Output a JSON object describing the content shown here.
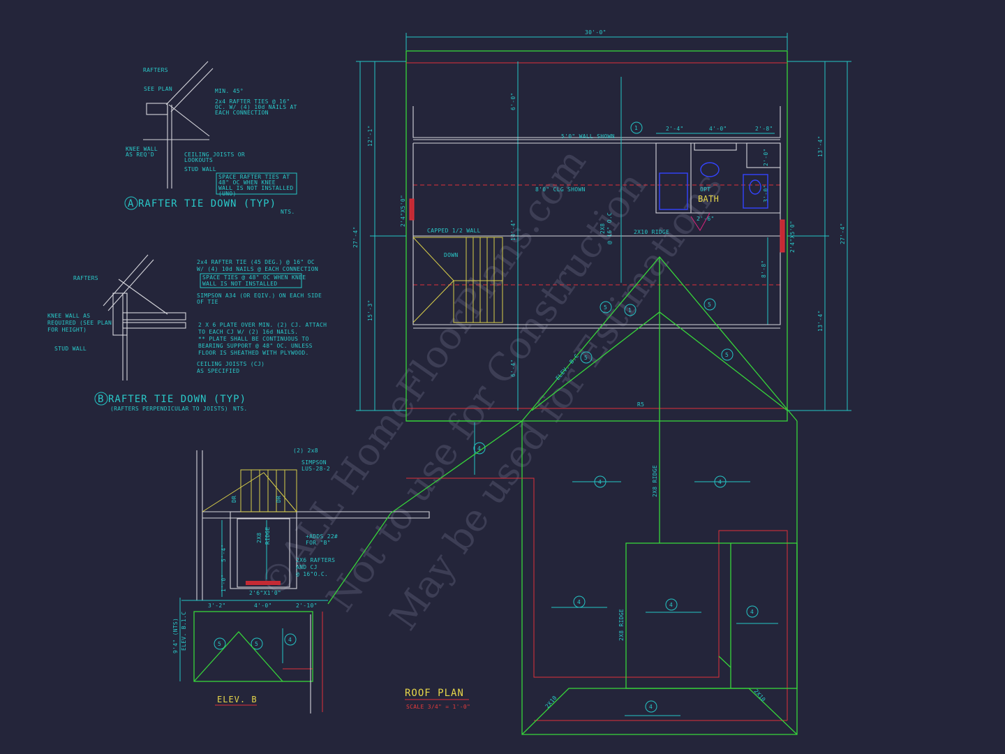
{
  "watermark": {
    "line1": "©ALL HomeFloorPlans.com",
    "line2": "Not to use for Construction",
    "line3": "May be used for Estimations"
  },
  "roof_plan": {
    "title": "ROOF PLAN",
    "scale": "SCALE 3/4\" = 1'-0\"",
    "overall_width": "30'-0\"",
    "overall_depth_left": "27'-4\"",
    "overall_depth_right": "27'-4\"",
    "left_dims": [
      "12'-1\"",
      "15'-3\""
    ],
    "right_dims": [
      "13'-4\"",
      "13'-4\""
    ],
    "inner_dims": [
      "6'-0\"",
      "14'-4\"",
      "6'-4\"",
      "8'-8\""
    ],
    "bath_dims": [
      "2'-4\"",
      "4'-0\"",
      "2'-8\"",
      "2'-0\"",
      "3'-0\"",
      "2'-6\""
    ],
    "labels": {
      "wall_shown": "5'0\" WALL SHOWN",
      "clg_shown": "8'0\" CLG SHOWN",
      "capped_wall": "CAPPED 1/2 WALL",
      "down": "DOWN",
      "opt": "OPT",
      "bath": "BATH",
      "ridge_2x10": "2X10 RIDGE",
      "ridge_2x8_main": "2X8 RIDGE",
      "ridge_2x8_lower": "2X8 RIDGE",
      "joist_2x8": "2X8",
      "joist_spacing": "@ 16\" O.C",
      "elev_bc": "ELEV. B.C",
      "r5": "R5",
      "hip_a": "2X10",
      "hip_b": "2X10",
      "window_left": "2'4\"X5'0\"",
      "window_right": "2'4\"X5'0\""
    },
    "pitch_tags": [
      "5",
      "5",
      "5",
      "5",
      "4",
      "4",
      "4",
      "4",
      "4",
      "4",
      "4"
    ],
    "note_tags": [
      "1",
      "1"
    ]
  },
  "detail_a": {
    "marker": "A",
    "title": "RAFTER TIE DOWN (TYP)",
    "nts": "NTS.",
    "notes": [
      "RAFTERS",
      "SEE PLAN",
      "MIN. 45°",
      "2x4 RAFTER TIES @ 16\"",
      "OC. W/ (4) 10d NAILS AT",
      "EACH CONNECTION",
      "KNEE WALL",
      "AS REQ'D",
      "CEILING JOISTS OR",
      "LOOKOUTS",
      "STUD WALL",
      "SPACE RAFTER TIES AT",
      "48\" OC WHEN KNEE",
      "WALL IS NOT INSTALLED",
      "(UNO)"
    ]
  },
  "detail_b": {
    "marker": "B",
    "title": "RAFTER TIE DOWN (TYP)",
    "subtitle": "(RAFTERS PERPENDICULAR TO JOISTS)",
    "nts": "NTS.",
    "notes": [
      "RAFTERS",
      "2x4 RAFTER TIE (45 DEG.) @ 16\" OC",
      "W/ (4) 10d NAILS @ EACH CONNECTION",
      "SPACE TIES @ 48\" OC WHEN KNEE",
      "WALL IS NOT INSTALLED",
      "SIMPSON A34 (OR EQIV.) ON EACH SIDE",
      "OF TIE",
      "KNEE WALL AS",
      "REQUIRED (SEE PLAN",
      "FOR HEIGHT)",
      "2 X 6 PLATE OVER MIN. (2) CJ. ATTACH",
      "TO EACH CJ W/ (2) 16d NAILS.",
      "** PLATE SHALL BE CONTINUOUS TO",
      "BEARING SUPPORT @ 48\" OC. UNLESS",
      "FLOOR IS SHEATHED WITH PLYWOOD.",
      "STUD WALL",
      "CEILING JOISTS (CJ)",
      "AS SPECIFIED"
    ]
  },
  "elev_b": {
    "title": "ELEV. B",
    "notes": {
      "header": "(2) 2x8",
      "simpson": "SIMPSON",
      "simpson_model": "LUS-28-2",
      "ridge": "2X8",
      "ridge2": "RIDGE",
      "adds": "+ADDS 22#",
      "for_b": "FOR \"B\"",
      "rafters": "2X6 RAFTERS",
      "and_cj": "AND CJ",
      "spacing": "@ 16\"O.C.",
      "window": "2'6\"X1'0\"",
      "left_dim": "5'-4\"",
      "small_dim": "1'-0\"",
      "plate": "9'4\" (NTS)",
      "elev": "ELEV. B.1.C",
      "dr": "DR",
      "dr2": "DR"
    },
    "dims": [
      "3'-2\"",
      "4'-0\"",
      "2'-10\""
    ],
    "tags": [
      "5",
      "5",
      "4"
    ]
  },
  "colors": {
    "background": "#24253a",
    "cyan": "#25c6c6",
    "green": "#37d63a",
    "red": "#e0313b",
    "white": "#d6d6dc",
    "yellow": "#d9cf4a",
    "blue": "#3344ff"
  }
}
